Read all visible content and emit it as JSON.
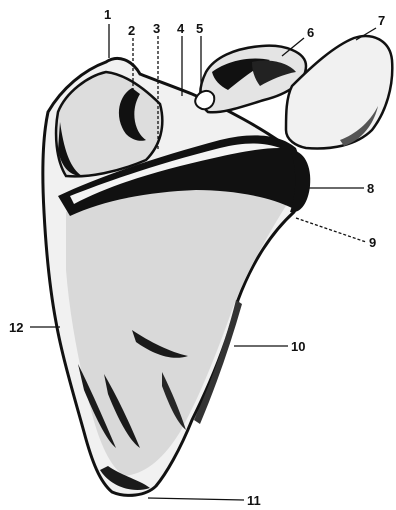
{
  "figure": {
    "labels": [
      "1",
      "2",
      "3",
      "4",
      "5",
      "6",
      "7",
      "8",
      "9",
      "10",
      "11",
      "12"
    ]
  },
  "colors": {
    "ink": "#111111",
    "paper": "#ffffff"
  }
}
